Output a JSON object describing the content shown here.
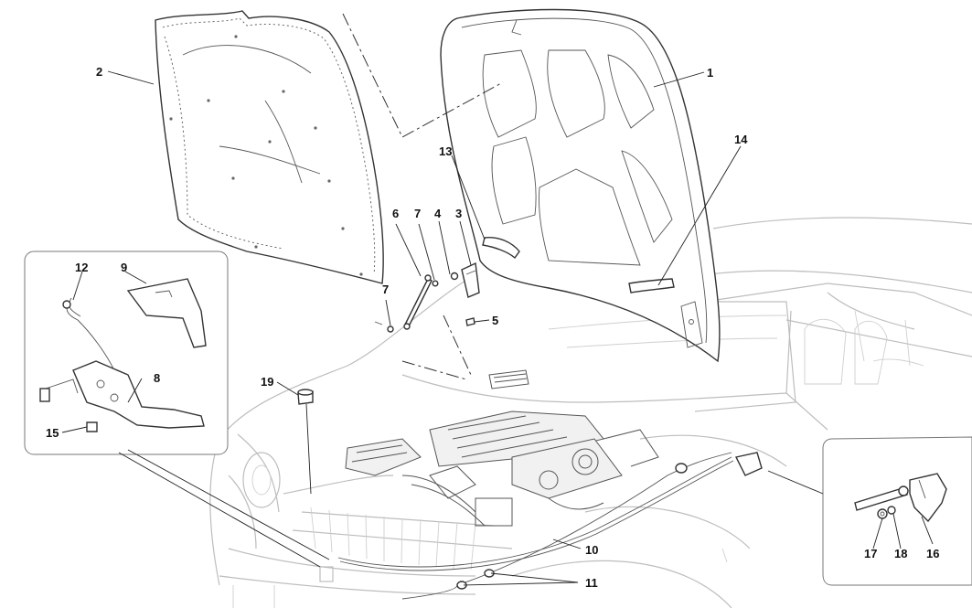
{
  "callouts": {
    "c1": "1",
    "c2": "2",
    "c3": "3",
    "c4": "4",
    "c5": "5",
    "c6": "6",
    "c7a": "7",
    "c7b": "7",
    "c8": "8",
    "c9": "9",
    "c10": "10",
    "c11": "11",
    "c12": "12",
    "c13": "13",
    "c14": "14",
    "c15": "15",
    "c16": "16",
    "c17": "17",
    "c18": "18",
    "c19": "19"
  },
  "colors": {
    "line": "#333333",
    "ghost": "#bdbdbd",
    "background": "#ffffff"
  }
}
